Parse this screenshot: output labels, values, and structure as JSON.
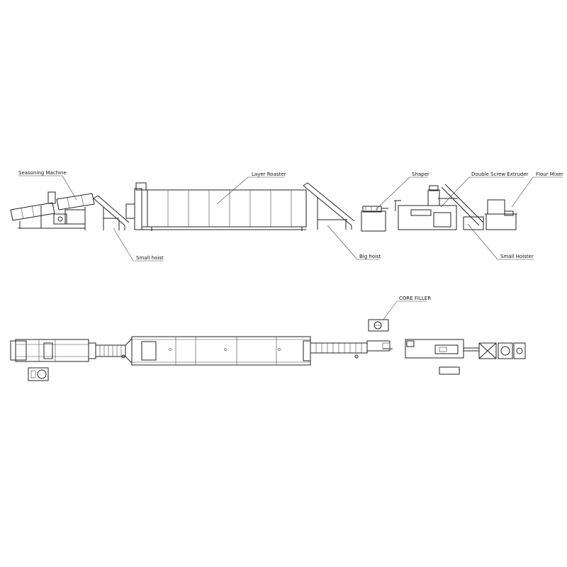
{
  "labels": {
    "seasoning_machine": "Seasoning Machine",
    "layer_roaster": "Layer Roaster",
    "shaper": "Shaper",
    "double_screw_extruder": "Double Screw Extruder",
    "flour_mixer": "Flour Mixer",
    "small_hoist": "Small hoist",
    "big_hoist": "Big hoist",
    "small_hoister": "Small Hoister",
    "core_filler": "CORE FILLER"
  },
  "colors": {
    "line": "#222222",
    "background": "#ffffff"
  }
}
